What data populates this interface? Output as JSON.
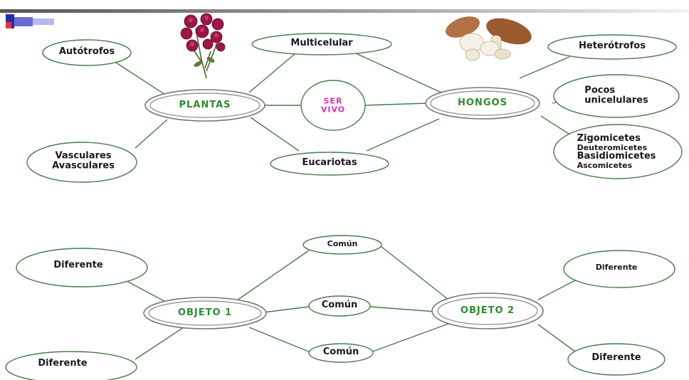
{
  "top_map": {
    "plantas": "PLANTAS",
    "hongos": "HONGOS",
    "ser_vivo": [
      "SER",
      "VIVO"
    ],
    "multicelular": "Multicelular",
    "eucariotas": "Eucariotas",
    "autotrofos": "Autótrofos",
    "vasculares": [
      "Vasculares",
      "Avasculares"
    ],
    "heterotrofos": "Heterótrofos",
    "pocos": [
      "Pocos",
      "unicelulares"
    ],
    "tipos_hongos": [
      "Zigomicetes",
      "Deuteromicetes",
      "Basidiomicetes",
      "Ascomicetes"
    ]
  },
  "bottom_map": {
    "objeto1": "OBJETO 1",
    "objeto2": "OBJETO 2",
    "comun_top": "Común",
    "comun_mid": "Común",
    "comun_bot": "Común",
    "diferente_tl": "Diferente",
    "diferente_bl": "Diferente",
    "diferente_tr": "Diferente",
    "diferente_br": "Diferente"
  },
  "colors": {
    "node_stroke": "#3f6b3f",
    "center_text": "#2e8b2e",
    "ser_vivo_text": "#d62fb8",
    "header_bar": "#2a2aa8"
  },
  "icons": [
    "rose-flowers-icon",
    "mushrooms-icon"
  ]
}
